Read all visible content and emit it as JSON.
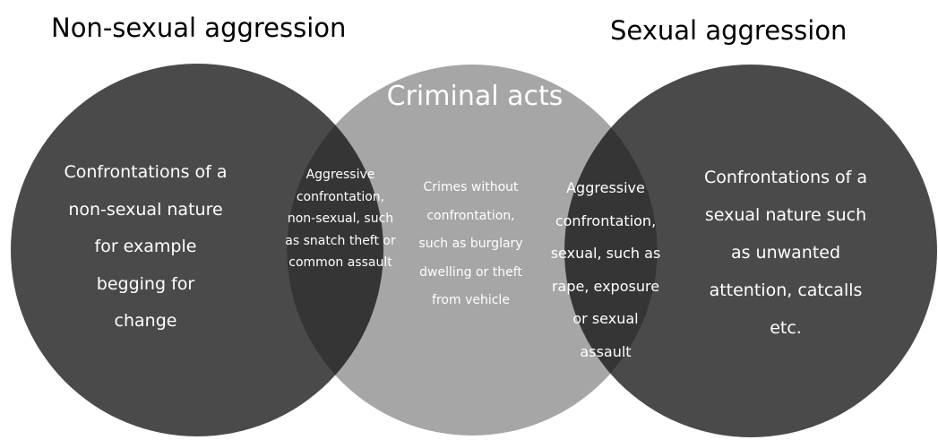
{
  "diagram": {
    "type": "venn",
    "colors": {
      "outer_circles": "#4a4a4a",
      "center_circle": "#a6a6a6",
      "overlaps": "#353535",
      "circle_text": "#ffffff",
      "heading_text": "#000000",
      "background": "#ffffff"
    },
    "left_heading": "Non-sexual aggression",
    "right_heading": "Sexual aggression",
    "center_heading": "Criminal acts",
    "left_text": "Confrontations of a\nnon-sexual nature\nfor example\nbegging for\nchange",
    "right_text": "Confrontations of a\nsexual nature such\nas unwanted\nattention, catcalls\netc.",
    "overlap_left_text": "Aggressive\nconfrontation,\nnon-sexual, such\nas snatch theft or\ncommon assault",
    "center_text": "Crimes without\nconfrontation,\nsuch as burglary\ndwelling or theft\nfrom vehicle",
    "overlap_right_text": "Aggressive\nconfrontation,\nsexual, such as\nrape, exposure\nor sexual\nassault"
  }
}
